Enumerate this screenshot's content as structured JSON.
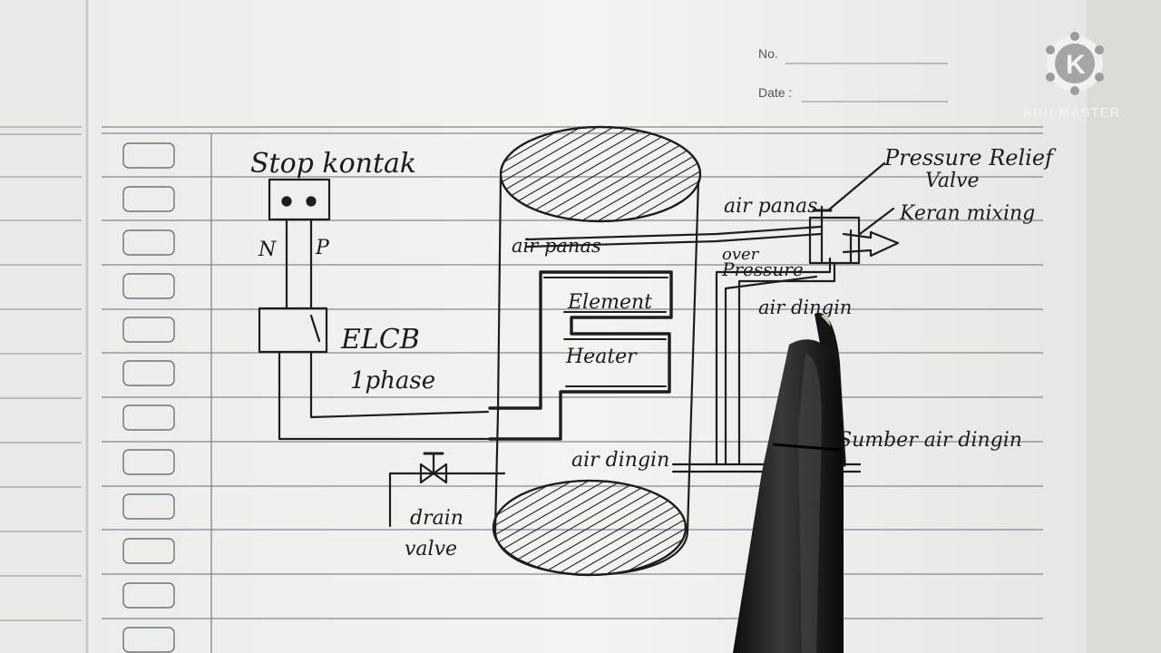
{
  "header": {
    "no_label": "No.",
    "date_label": "Date :"
  },
  "watermark": {
    "letter": "K",
    "text": "KINEMASTER"
  },
  "labels": {
    "stop_kontak": "Stop kontak",
    "n": "N",
    "p": "P",
    "elcb": "ELCB",
    "phase": "1phase",
    "air_panas_left": "air panas",
    "air_panas_top": "air panas",
    "element": "Element",
    "heater": "Heater",
    "over": "over",
    "pressure": "Pressure",
    "air_dingin_right": "air dingin",
    "pressure_relief_line1": "Pressure Relief",
    "pressure_relief_line2": "Valve",
    "keran_mixing": "Keran mixing",
    "sumber_air_dingin": "Sumber air dingin",
    "air_dingin_bottom": "air dingin",
    "drain": "drain",
    "valve": "valve"
  },
  "icons": [
    "k-logo-icon",
    "pen-icon",
    "drain-valve-icon",
    "socket-icon",
    "switch-icon"
  ]
}
